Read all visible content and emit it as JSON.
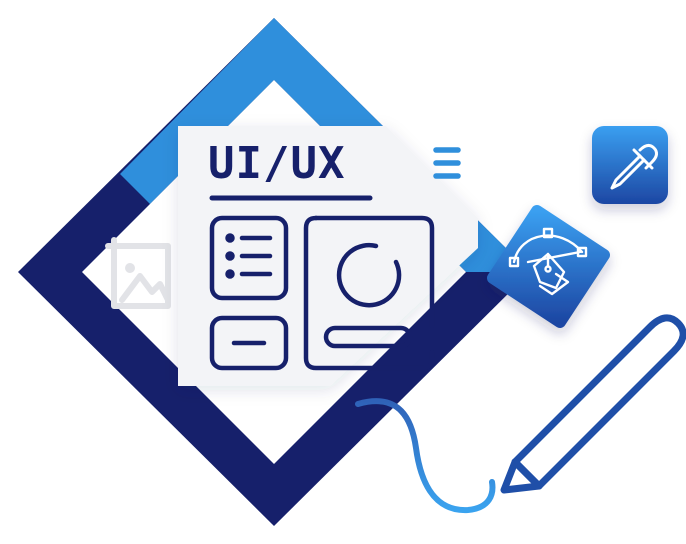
{
  "illustration": {
    "title": "UI/UX",
    "colors": {
      "navy": "#16206b",
      "blue": "#2f8fdc",
      "blue_dark": "#1f4fa8",
      "panel": "#f3f4f7",
      "ghost": "#e6e7ea"
    },
    "icons": [
      "ui-ux-diamond-frame",
      "ghost-image-crop-icon",
      "hamburger-menu-icon",
      "list-layout-icon",
      "profile-card-icon",
      "button-block-icon",
      "eyedropper-icon",
      "bezier-pen-tool-icon",
      "pencil-icon",
      "pencil-stroke-line"
    ]
  }
}
